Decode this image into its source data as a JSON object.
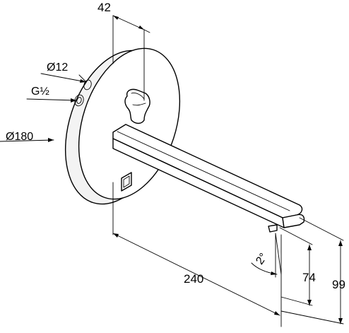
{
  "drawing": {
    "labels": {
      "top_offset": "42",
      "hole_diameter": "Ø12",
      "thread": "G½",
      "plate_diameter": "Ø180",
      "spout_length": "240",
      "angle": "2°",
      "height_outlet": "74",
      "height_total": "99"
    }
  }
}
